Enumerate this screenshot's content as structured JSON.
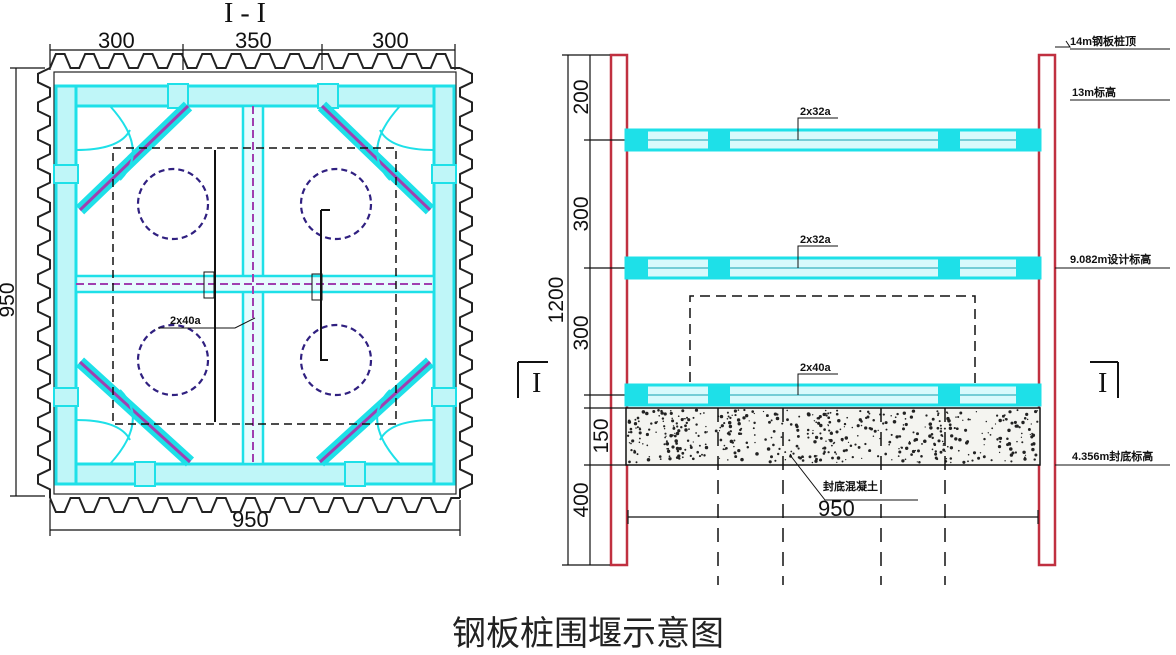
{
  "section_label": "I - I",
  "plan": {
    "top_dims": [
      "300",
      "350",
      "300"
    ],
    "bottom_dim": "950",
    "left_dim": "950",
    "brace_label": "2x40a"
  },
  "elevation": {
    "section_marks": [
      "I",
      "I"
    ],
    "total_height": "1200",
    "vertical_dims": [
      "200",
      "300",
      "300",
      "150",
      "400"
    ],
    "beam_labels": [
      "2x32a",
      "2x32a",
      "2x40a"
    ],
    "level_labels": [
      "14m钢板桩顶",
      "13m标高",
      "9.082m设计标高",
      "4.356m封底标高"
    ],
    "concrete_label": "封底混凝土",
    "bottom_dim": "950"
  },
  "caption": "钢板桩围堰示意图",
  "colors": {
    "steel": "#1ee0e8",
    "steel_dark": "#10a0b0",
    "pile_red": "#c03040",
    "purple": "#a040b0",
    "dash_blue": "#302080"
  }
}
